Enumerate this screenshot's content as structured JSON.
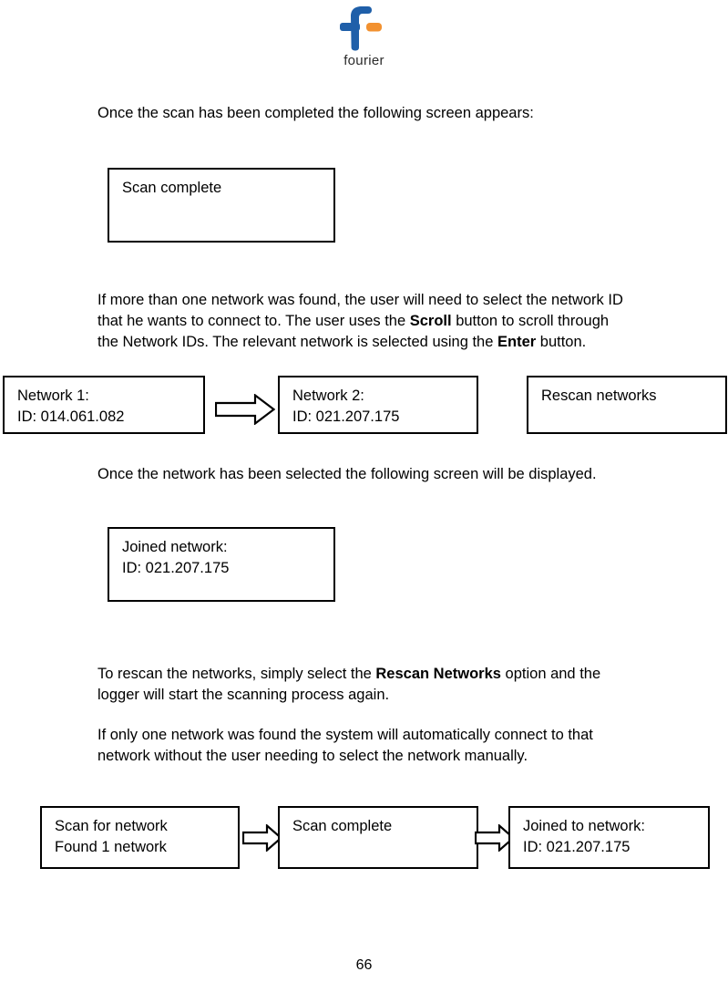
{
  "header": {
    "logo_name": "fourier-logo",
    "wordmark": "fourier",
    "logo_blue": "#1f5fa9",
    "logo_orange": "#f29130"
  },
  "paragraphs": [
    {
      "id": "intro",
      "text": "Once the scan has been completed the following screen appears:"
    },
    {
      "id": "multi-network",
      "segments": [
        {
          "text": "If more than one network was found, the user will need to select the network ID that he wants to connect to. The user uses the ",
          "bold": false
        },
        {
          "text": "Scroll",
          "bold": true
        },
        {
          "text": " button to scroll through the Network IDs. The relevant network is selected using the ",
          "bold": false
        },
        {
          "text": "Enter",
          "bold": true
        },
        {
          "text": " button.",
          "bold": false
        }
      ]
    },
    {
      "id": "after-select",
      "text": "Once the network has been selected the following screen will be displayed."
    },
    {
      "id": "rescan",
      "segments": [
        {
          "text": "To rescan the networks, simply select the ",
          "bold": false
        },
        {
          "text": "Rescan Networks",
          "bold": true
        },
        {
          "text": " option and the logger will start the scanning process again.",
          "bold": false
        }
      ]
    },
    {
      "id": "single-network",
      "text": "If only one network was found the system will automatically connect to that network without the user needing to select the network manually."
    }
  ],
  "screens": {
    "scan_complete_1": "Scan complete",
    "network_1": "Network 1:\nID: 014.061.082",
    "network_2": "Network 2:\nID: 021.207.175",
    "rescan_networks": "Rescan networks",
    "joined_network": "Joined network:\nID: 021.207.175",
    "scan_for_network": "Scan for network\nFound 1 network",
    "scan_complete_2": "Scan complete",
    "joined_to_network": "Joined to network:\nID: 021.207.175"
  },
  "arrows": {
    "arrow_1_name": "arrow-network1-to-network2",
    "arrow_2_name": "arrow-scan-to-complete",
    "arrow_3_name": "arrow-complete-to-joined"
  },
  "footer": {
    "page_number": "66"
  }
}
